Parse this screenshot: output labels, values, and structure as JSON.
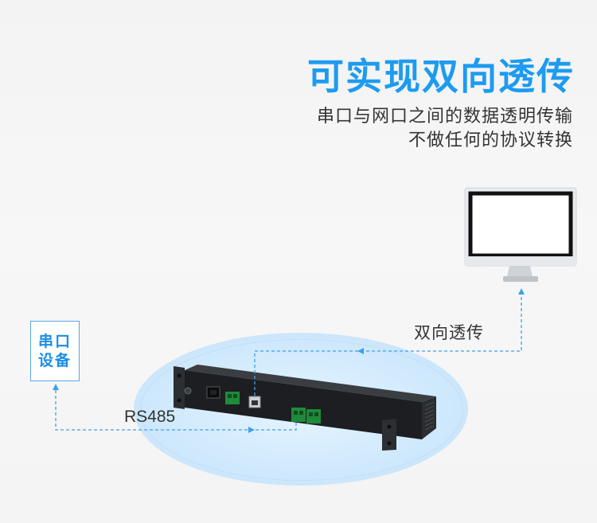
{
  "headline": "可实现双向透传",
  "subtitle_lines": [
    "串口与网口之间的数据透明传输",
    "不做任何的协议转换"
  ],
  "serial_device": {
    "line1": "串口",
    "line2": "设备"
  },
  "link_labels": {
    "rs485": "RS485",
    "bidirectional": "双向透传"
  },
  "colors": {
    "accent": "#1d9bf0",
    "dashed_line": "#3ea0ea",
    "device_body": "#1f2124"
  },
  "icons": [
    "monitor-icon",
    "rack-device-icon"
  ]
}
